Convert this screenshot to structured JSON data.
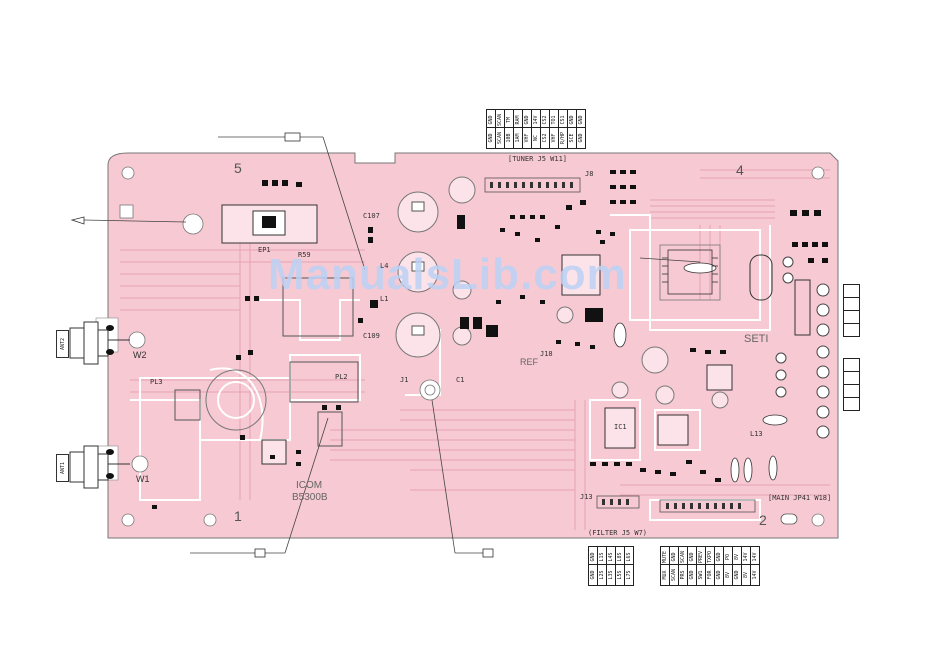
{
  "board": {
    "maker": "ICOM",
    "part_number": "B5300B",
    "quadrant_1": "1",
    "quadrant_2": "2",
    "quadrant_4": "4",
    "quadrant_5": "5",
    "set_label": "SETI",
    "ref_label": "REF",
    "colors": {
      "board": "#f6c9d3",
      "trace": "#e7a1b3",
      "outline": "#555555"
    }
  },
  "watermark": "ManualsLib.com",
  "component_labels": {
    "l4": "L4",
    "l1": "L1",
    "l13": "L13",
    "c1": "C1",
    "j1": "J1",
    "j8": "J8",
    "j13": "J13",
    "j18": "J18",
    "pl2": "PL2",
    "pl3": "PL3",
    "ep1": "EP1",
    "w1": "W1",
    "w2": "W2",
    "c109": "C109",
    "c107": "C107",
    "r59": "R59",
    "ic1": "IC1"
  },
  "connectors": {
    "tuner": {
      "caption": "[TUNER J5 W11]",
      "top_pins": [
        "GND",
        "SCAN",
        "TM",
        "RAM",
        "GND",
        "14V",
        "CS2",
        "TO1",
        "CS1",
        "GND",
        "GND"
      ],
      "bottom_pins": [
        "GND",
        "SCAN",
        "10B",
        "1AM",
        "VHF",
        "NC",
        "CS2",
        "VHF",
        "R/HP",
        "SCE",
        "GND"
      ]
    },
    "filter": {
      "caption": "(FILTER J5 W7)",
      "top_pins": [
        "GND",
        "L1S",
        "L4S",
        "L8S",
        "L6S"
      ],
      "bottom_pins": [
        "GND",
        "L2S",
        "L3S",
        "L5S",
        "L7S"
      ]
    },
    "main": {
      "caption": "[MAIN JP41 W18]",
      "top_pins": [
        "MUTE",
        "GND",
        "SCAN",
        "GND",
        "PREV",
        "TXPO",
        "GND",
        "PO",
        "8V",
        "14V",
        "14V"
      ],
      "bottom_pins": [
        "MUX",
        "SCAN",
        "PRS",
        "GND",
        "SW1",
        "FOR",
        "GND",
        "8V",
        "GND",
        "8V",
        "14V"
      ]
    },
    "antenna_1": "ANT1",
    "antenna_2": "ANT2"
  }
}
